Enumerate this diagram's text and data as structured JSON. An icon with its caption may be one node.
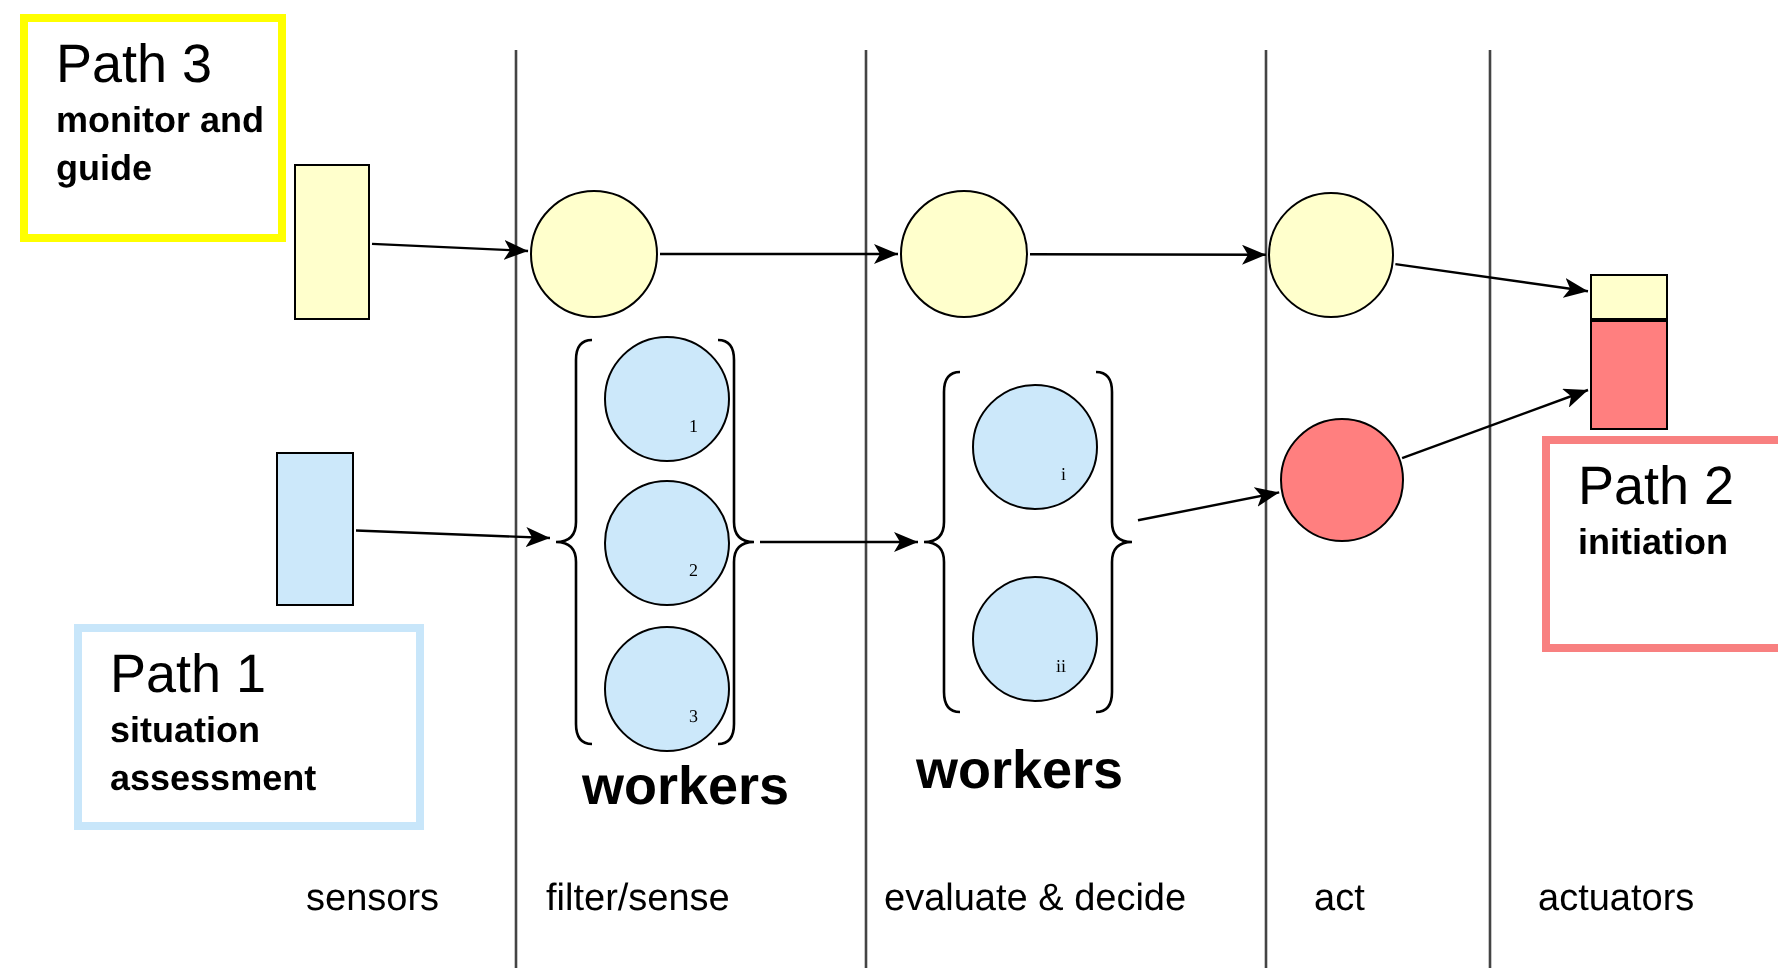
{
  "diagram": {
    "nodes": [
      {
        "text": [
          "Path 3",
          "monitor and guide"
        ]
      },
      {
        "text": [],
        "shape": "box"
      },
      {
        "text": [],
        "shape": "circle"
      },
      {
        "text": [],
        "shape": "circle"
      },
      {
        "text": [],
        "shape": "circle"
      },
      {
        "text": [],
        "shape": "box"
      },
      {
        "text": [],
        "shape": "box"
      },
      {
        "text": [
          "Path 2",
          "initiation"
        ]
      },
      {
        "text": [],
        "shape": "box"
      },
      {
        "text": [
          "workers"
        ]
      },
      {
        "text": [
          "1"
        ],
        "in": 9
      },
      {
        "text": [
          "2"
        ],
        "in": 9
      },
      {
        "text": [
          "3"
        ],
        "in": 9
      },
      {
        "text": [
          "workers"
        ]
      },
      {
        "text": [
          "i"
        ],
        "in": 13
      },
      {
        "text": [
          "ii"
        ],
        "in": 13
      },
      {
        "text": [],
        "shape": "circle"
      },
      {
        "text": [
          "Path 1",
          "situation assessment"
        ]
      }
    ],
    "edges": [
      {
        "from": 1,
        "to": 2,
        "arrow": "to"
      },
      {
        "from": 2,
        "to": 3,
        "arrow": "to"
      },
      {
        "from": 3,
        "to": 4,
        "arrow": "to"
      },
      {
        "from": 4,
        "to": 5,
        "arrow": "to"
      },
      {
        "from": 8,
        "to": 9,
        "arrow": "to"
      },
      {
        "from": 9,
        "to": 13,
        "arrow": "to"
      },
      {
        "from": 13,
        "to": 16,
        "arrow": "to"
      },
      {
        "from": 16,
        "to": 6,
        "arrow": "to"
      }
    ],
    "labels": [
      "sensors",
      "filter/sense",
      "evaluate & decide",
      "act",
      "actuators"
    ]
  }
}
